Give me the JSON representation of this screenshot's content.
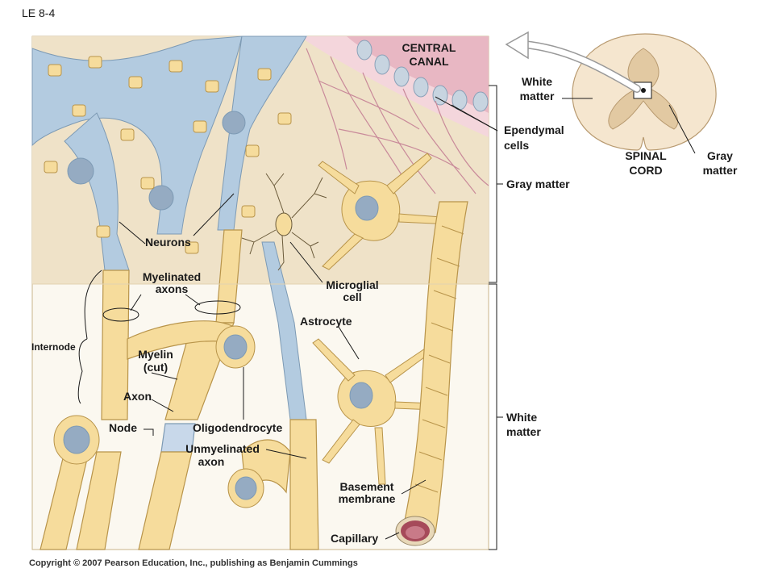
{
  "figure_id": "LE 8-4",
  "labels": {
    "central_canal": [
      "CENTRAL",
      "CANAL"
    ],
    "white_matter_top": [
      "White",
      "matter"
    ],
    "ependymal_cells": [
      "Ependymal",
      "cells"
    ],
    "gray_matter_mid": "Gray matter",
    "spinal_cord": [
      "SPINAL",
      "CORD"
    ],
    "gray_matter_cord": [
      "Gray",
      "matter"
    ],
    "neurons": "Neurons",
    "myelinated_axons": [
      "Myelinated",
      "axons"
    ],
    "microglial_cell": [
      "Microglial",
      "cell"
    ],
    "astrocyte": "Astrocyte",
    "internode": "Internode",
    "myelin_cut": [
      "Myelin",
      "(cut)"
    ],
    "axon": "Axon",
    "node": "Node",
    "oligodendrocyte": "Oligodendrocyte",
    "unmyelinated_axon": [
      "Unmyelinated",
      "axon"
    ],
    "white_matter_low": [
      "White",
      "matter"
    ],
    "basement_membrane": [
      "Basement",
      "membrane"
    ],
    "capillary": "Capillary"
  },
  "copyright": "Copyright © 2007 Pearson Education, Inc., publishing as Benjamin Cummings",
  "colors": {
    "gray_matter_bg": "#efe2c8",
    "white_matter_bg": "#fbf8f0",
    "neuron_blue": "#b3cbe0",
    "glia_yellow": "#f6dc9c",
    "glia_outline": "#b8944a",
    "ependymal_pink": "#e8b7c3",
    "nucleus": "#95abc2",
    "capillary_red": "#a64a5a"
  }
}
